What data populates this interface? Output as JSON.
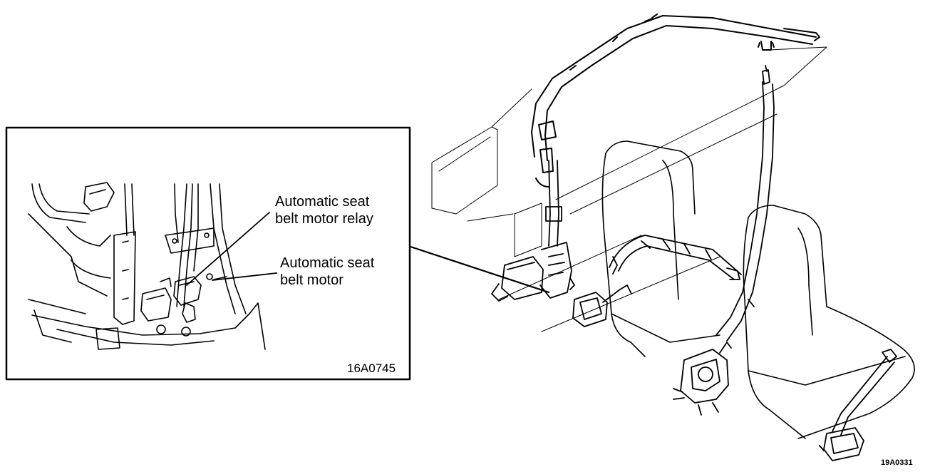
{
  "inset": {
    "labels": {
      "relay_line1": "Automatic seat",
      "relay_line2": "belt motor relay",
      "motor_line1": "Automatic seat",
      "motor_line2": "belt motor"
    },
    "figure_code": "16A0745"
  },
  "main_figure_code": "19A0331",
  "colors": {
    "ink": "#000000",
    "paper": "#ffffff"
  }
}
